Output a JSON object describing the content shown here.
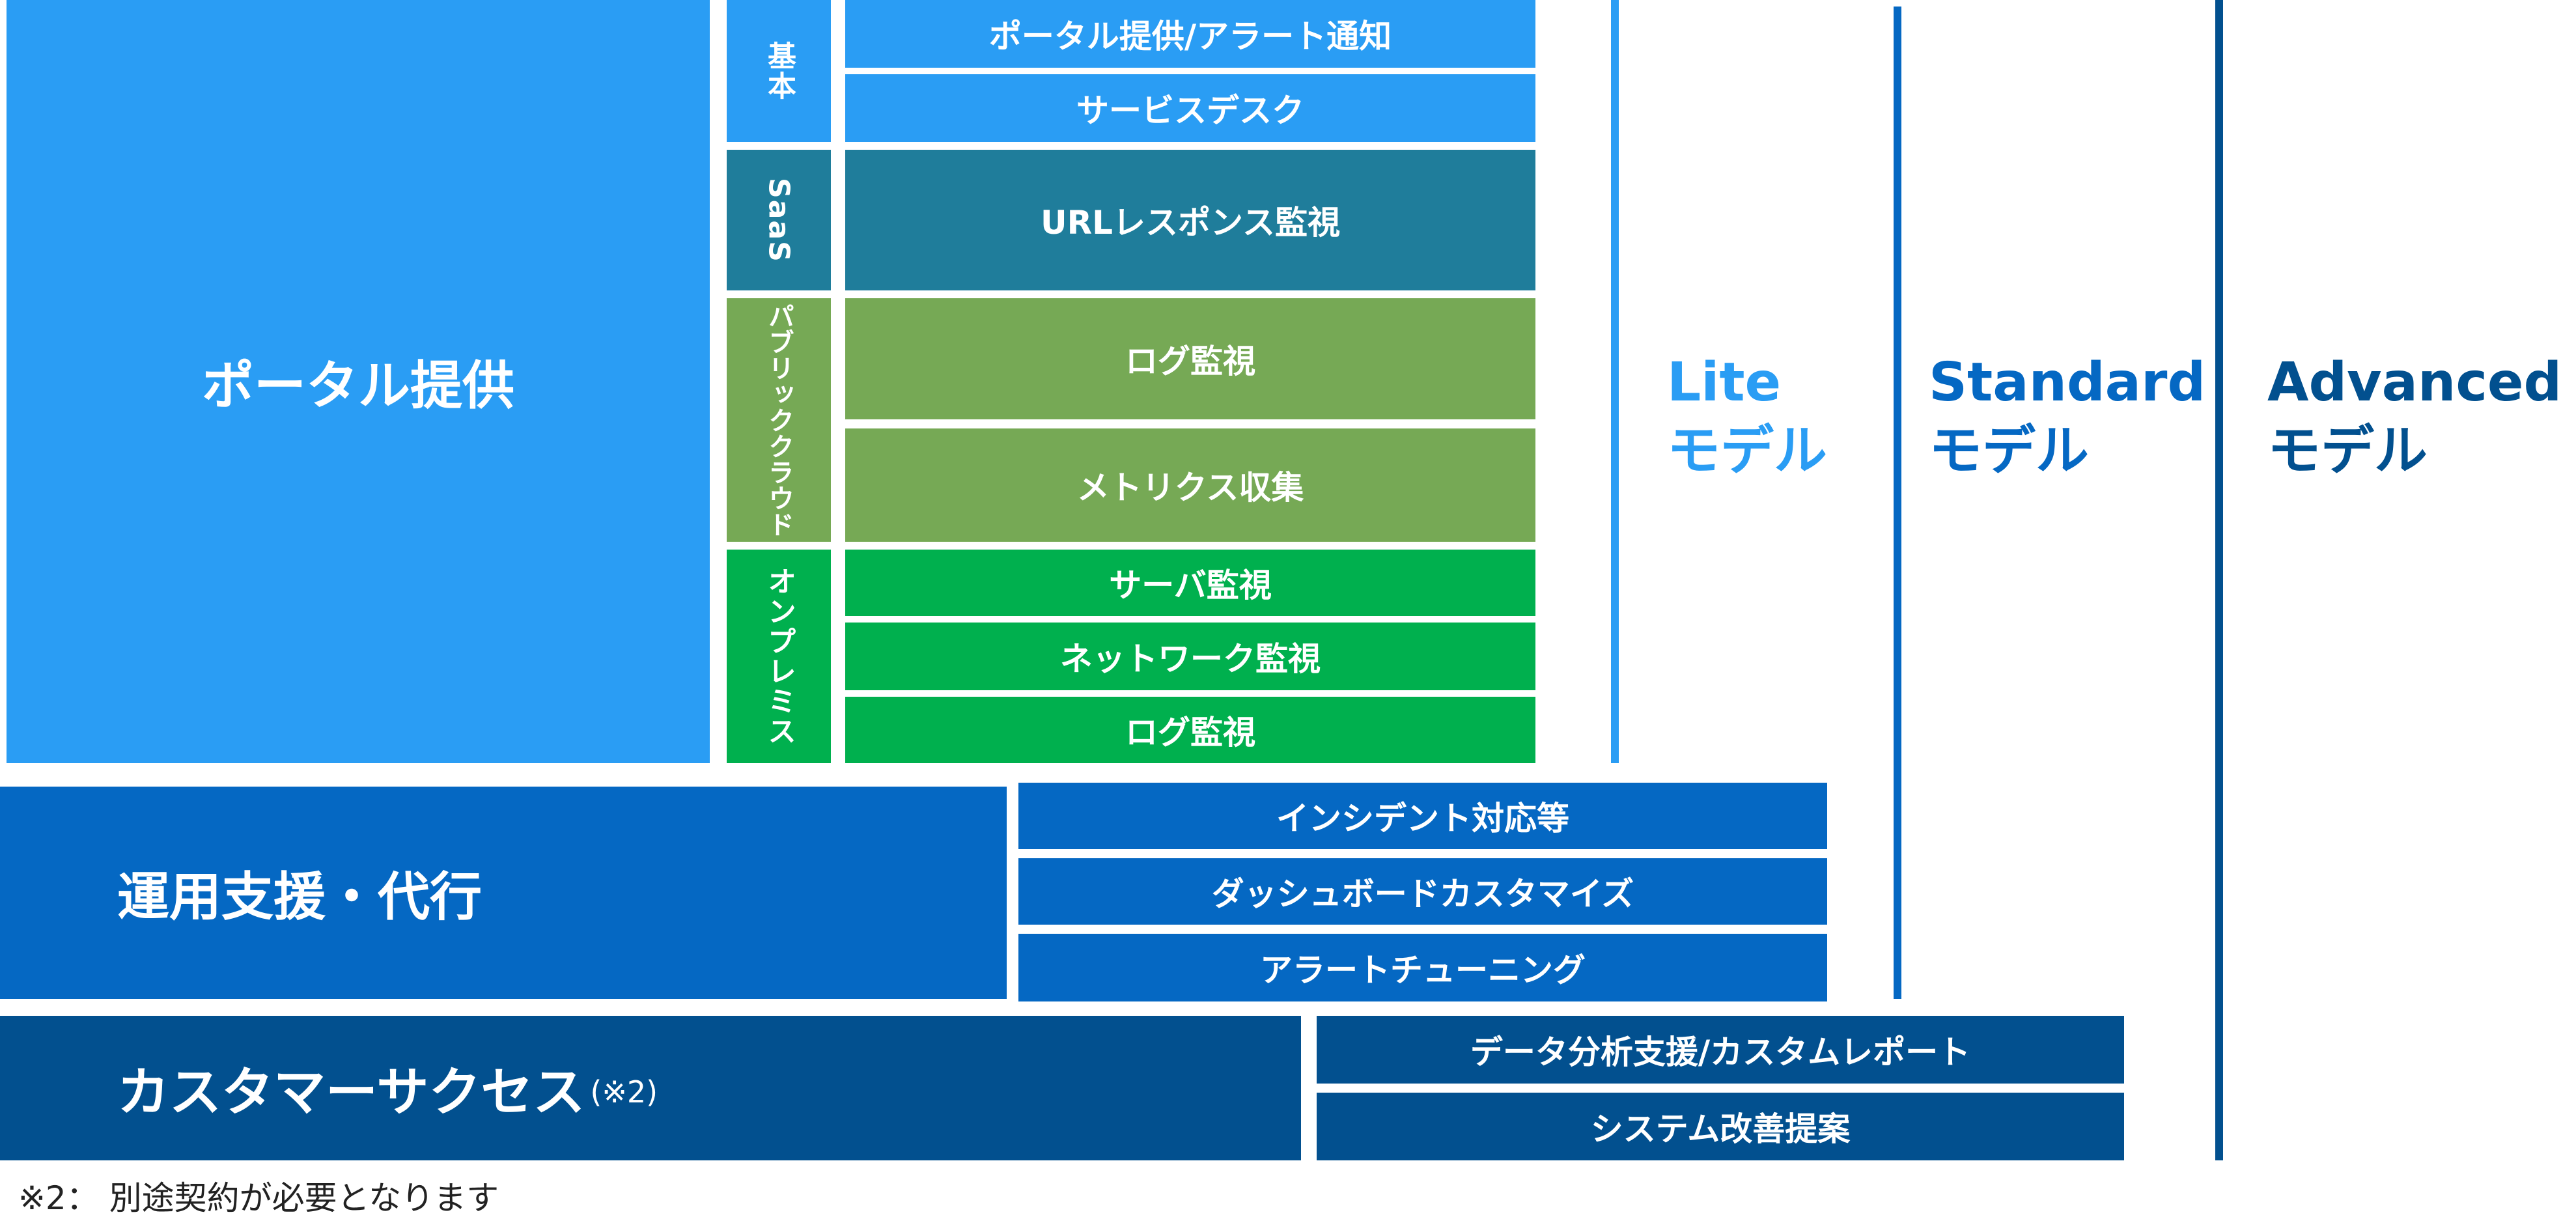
{
  "colors": {
    "base": "#2a9df4",
    "saas": "#1f7d9b",
    "public_cloud": "#76a955",
    "on_premises": "#00b04e",
    "operations": "#0568c3",
    "customer_success": "#02508f",
    "lite": "#2a9df4",
    "standard": "#0568c3",
    "advanced": "#02508f"
  },
  "portal": {
    "title": "ポータル提供",
    "groups": {
      "base": {
        "label": "基本",
        "items": [
          "ポータル提供/アラート通知",
          "サービスデスク"
        ]
      },
      "saas": {
        "label": "SaaS",
        "items": [
          "URLレスポンス監視"
        ]
      },
      "public_cloud": {
        "label": "パブリッククラウド",
        "items": [
          "ログ監視",
          "メトリクス収集"
        ]
      },
      "on_premises": {
        "label": "オンプレミス",
        "items": [
          "サーバ監視",
          "ネットワーク監視",
          "ログ監視"
        ]
      }
    }
  },
  "operations": {
    "title": "運用支援・代行",
    "items": [
      "インシデント対応等",
      "ダッシュボードカスタマイズ",
      "アラートチューニング"
    ]
  },
  "customer_success": {
    "title": "カスタマーサクセス",
    "note_ref": "(※2)",
    "items": [
      "データ分析支援/カスタムレポート",
      "システム改善提案"
    ]
  },
  "models": {
    "lite": {
      "name": "Lite",
      "suffix": "モデル"
    },
    "standard": {
      "name": "Standard",
      "suffix": "モデル"
    },
    "advanced": {
      "name": "Advanced",
      "suffix": "モデル"
    }
  },
  "footnote": "※2： 別途契約が必要となります"
}
